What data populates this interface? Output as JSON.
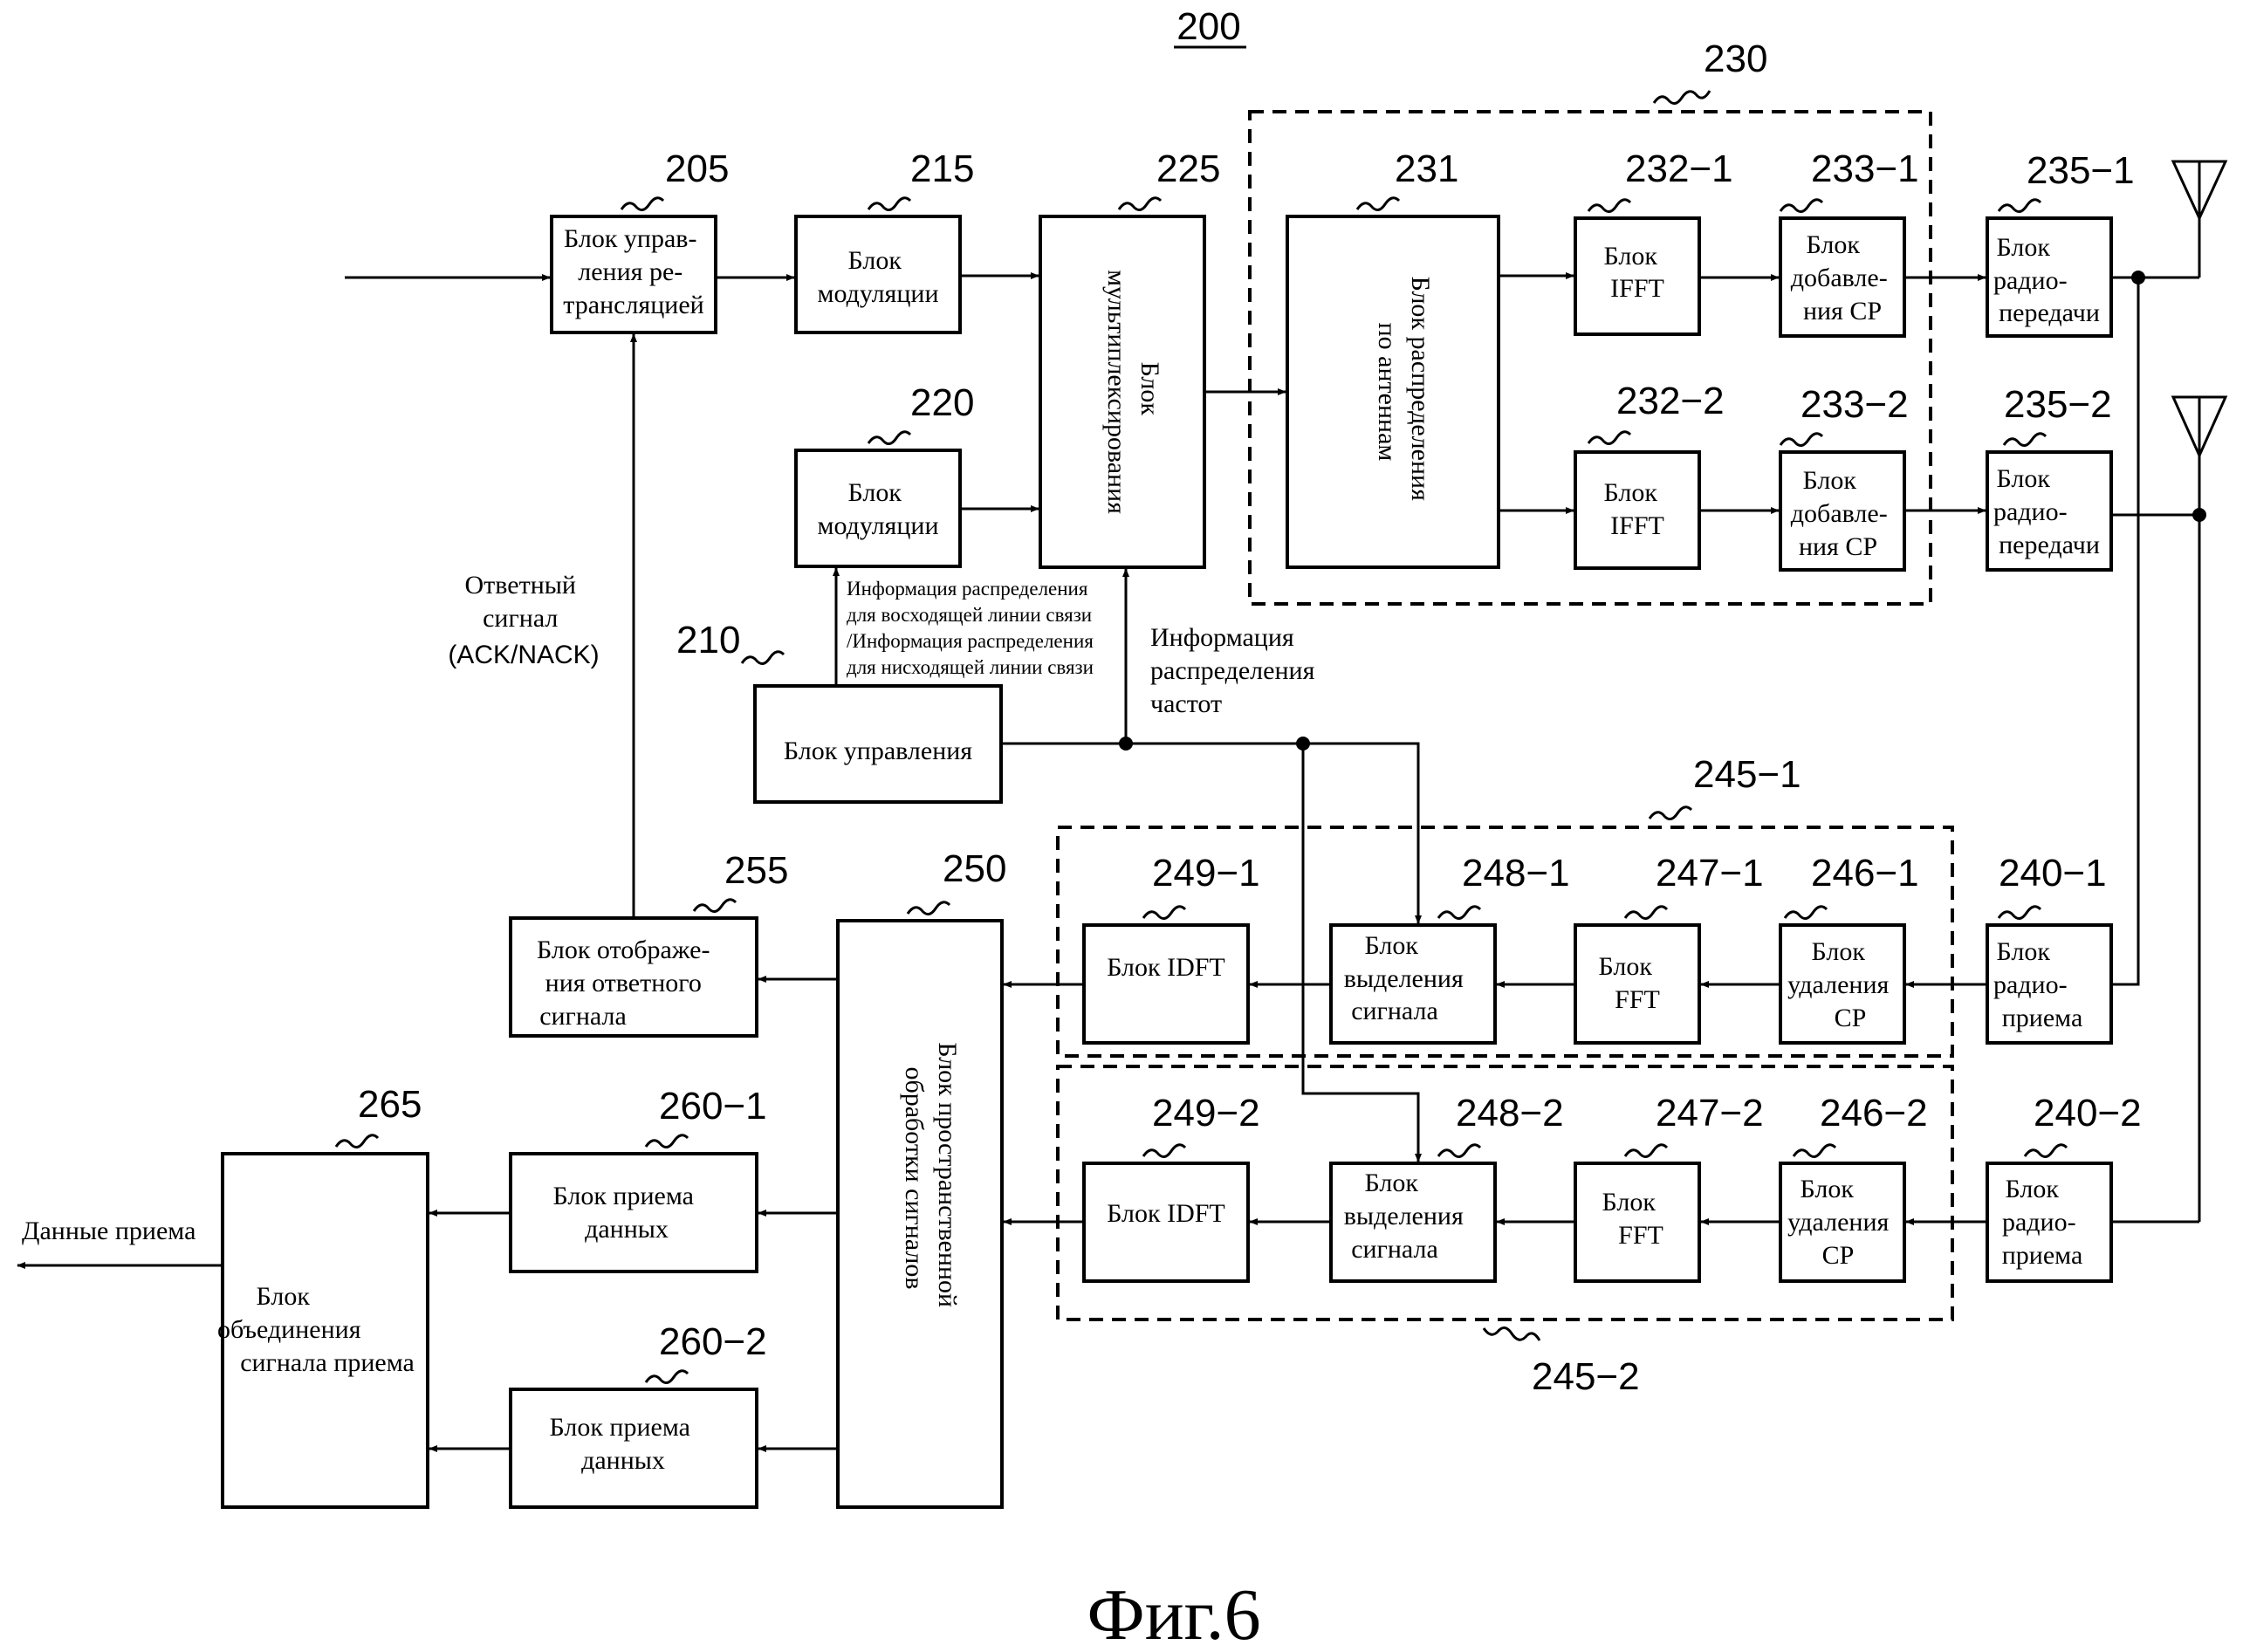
{
  "diagram_number": "200",
  "figure_caption": "Фиг.6",
  "groups": {
    "g230": "230",
    "g245_1": "245−1",
    "g245_2": "245−2"
  },
  "blocks": {
    "b205": {
      "ref": "205",
      "lines": [
        "Блок управ-",
        "ления ре-",
        "трансляцией"
      ]
    },
    "b215": {
      "ref": "215",
      "lines": [
        "Блок",
        "модуляции"
      ]
    },
    "b220": {
      "ref": "220",
      "lines": [
        "Блок",
        "модуляции"
      ]
    },
    "b225": {
      "ref": "225",
      "lines": [
        "Блок",
        "мультиплексирования"
      ]
    },
    "b231": {
      "ref": "231",
      "lines": [
        "Блок распределения",
        "по антеннам"
      ]
    },
    "b232_1": {
      "ref": "232−1",
      "lines": [
        "Блок",
        "IFFT"
      ]
    },
    "b232_2": {
      "ref": "232−2",
      "lines": [
        "Блок",
        "IFFT"
      ]
    },
    "b233_1": {
      "ref": "233−1",
      "lines": [
        "Блок",
        "добавле-",
        "ния CP"
      ]
    },
    "b233_2": {
      "ref": "233−2",
      "lines": [
        "Блок",
        "добавле-",
        "ния CP"
      ]
    },
    "b235_1": {
      "ref": "235−1",
      "lines": [
        "Блок",
        "радио-",
        "передачи"
      ]
    },
    "b235_2": {
      "ref": "235−2",
      "lines": [
        "Блок",
        "радио-",
        "передачи"
      ]
    },
    "b210": {
      "ref": "210",
      "lines": [
        "Блок управления"
      ]
    },
    "b240_1": {
      "ref": "240−1",
      "lines": [
        "Блок",
        "радио-",
        "приема"
      ]
    },
    "b240_2": {
      "ref": "240−2",
      "lines": [
        "Блок",
        "радио-",
        "приема"
      ]
    },
    "b246_1": {
      "ref": "246−1",
      "lines": [
        "Блок",
        "удаления",
        "CP"
      ]
    },
    "b246_2": {
      "ref": "246−2",
      "lines": [
        "Блок",
        "удаления",
        "CP"
      ]
    },
    "b247_1": {
      "ref": "247−1",
      "lines": [
        "Блок",
        "FFT"
      ]
    },
    "b247_2": {
      "ref": "247−2",
      "lines": [
        "Блок",
        "FFT"
      ]
    },
    "b248_1": {
      "ref": "248−1",
      "lines": [
        "Блок",
        "выделения",
        "сигнала"
      ]
    },
    "b248_2": {
      "ref": "248−2",
      "lines": [
        "Блок",
        "выделения",
        "сигнала"
      ]
    },
    "b249_1": {
      "ref": "249−1",
      "lines": [
        "Блок IDFT"
      ]
    },
    "b249_2": {
      "ref": "249−2",
      "lines": [
        "Блок IDFT"
      ]
    },
    "b250": {
      "ref": "250",
      "lines": [
        "Блок пространственной",
        "обработки сигналов"
      ]
    },
    "b255": {
      "ref": "255",
      "lines": [
        "Блок отображе-",
        "ния ответного",
        "сигнала"
      ]
    },
    "b260_1": {
      "ref": "260−1",
      "lines": [
        "Блок приема",
        "данных"
      ]
    },
    "b260_2": {
      "ref": "260−2",
      "lines": [
        "Блок приема",
        "данных"
      ]
    },
    "b265": {
      "ref": "265",
      "lines": [
        "Блок",
        "объединения",
        "сигнала приема"
      ]
    }
  },
  "labels": {
    "response": [
      "Ответный",
      "сигнал",
      "(ACK/NACK)"
    ],
    "alloc_info": [
      "Информация распределения",
      "для восходящей линии связи",
      "/Информация распределения",
      "для нисходящей линии связи"
    ],
    "freq_info": [
      "Информация",
      "распределения",
      "частот"
    ],
    "output": "Данные приема"
  }
}
